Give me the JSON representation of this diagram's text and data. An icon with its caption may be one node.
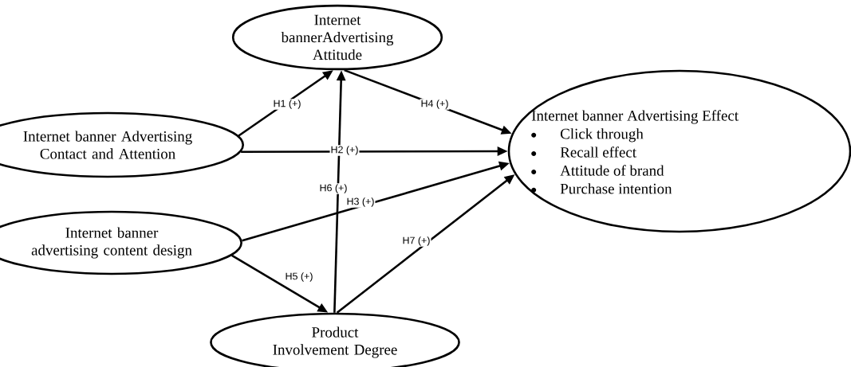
{
  "diagram": {
    "nodes": [
      {
        "text": [
          "Internet bannerAdvertising Attitude"
        ]
      },
      {
        "text": [
          "Internet banner Advertising Contact and Attention"
        ]
      },
      {
        "text": [
          "Internet banner advertising content design"
        ]
      },
      {
        "text": [
          "Product Involvement Degree"
        ]
      },
      {
        "text": [
          "Internet banner Advertising Effect",
          "Click through",
          "Recall effect",
          "Attitude of brand",
          "Purchase intention"
        ]
      }
    ],
    "edges": [
      {
        "from": 1,
        "to": 0,
        "arrow": "to",
        "label": "H1 (+)"
      },
      {
        "from": 0,
        "to": 4,
        "arrow": "to",
        "label": "H4 (+)"
      },
      {
        "from": 1,
        "to": 4,
        "arrow": "to",
        "label": "H2 (+)"
      },
      {
        "from": 2,
        "to": 4,
        "arrow": "to",
        "label": "H3 (+)"
      },
      {
        "from": 2,
        "to": 3,
        "arrow": "to",
        "label": "H5 (+)"
      },
      {
        "from": 3,
        "to": 0,
        "arrow": "to",
        "label": "H6 (+)"
      },
      {
        "from": 3,
        "to": 4,
        "arrow": "to",
        "label": "H7 (+)"
      }
    ]
  }
}
